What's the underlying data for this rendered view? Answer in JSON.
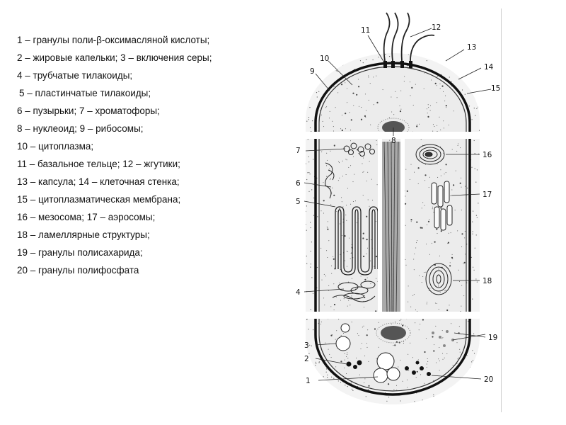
{
  "legend": {
    "items": [
      "1 – гранулы поли-β-оксимасляной кислоты;",
      "2 – жировые капельки; 3 – включения серы;",
      "4 –  трубчатые тилакоиды;",
      " 5 – пластинчатые тилакоиды;",
      "6 – пузырьки; 7 – хроматофоры;",
      "8 – нуклеоид; 9 – рибосомы;",
      "10 – цитоплазма;",
      "11 – базальное тельце; 12 – жгутики;",
      "13 – капсула; 14 – клеточная стенка;",
      "15 – цитоплазматическая мембрана;",
      "16 – мезосома; 17 – аэросомы;",
      "18 – ламеллярные структуры;",
      "19 – гранулы полисахарида;",
      "20 – гранулы полифосфата"
    ]
  },
  "figure": {
    "labels": {
      "n1": "1",
      "n2": "2",
      "n3": "3",
      "n4": "4",
      "n5": "5",
      "n6": "6",
      "n7": "7",
      "n8": "8",
      "n9": "9",
      "n10": "10",
      "n11": "11",
      "n12": "12",
      "n13": "13",
      "n14": "14",
      "n15": "15",
      "n16": "16",
      "n17": "17",
      "n18": "18",
      "n19": "19",
      "n20": "20"
    }
  }
}
